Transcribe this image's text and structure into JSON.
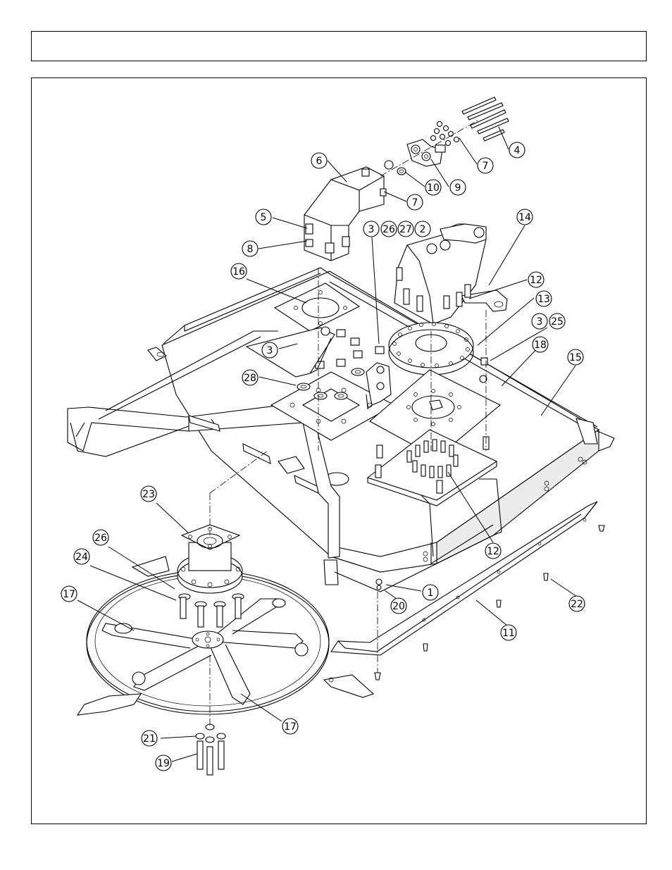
{
  "header": {
    "title": ""
  },
  "colors": {
    "line": "#000000",
    "background": "#ffffff",
    "shade": "#ececec"
  },
  "callouts": [
    {
      "id": "c1",
      "label": "1"
    },
    {
      "id": "c2",
      "label": "2"
    },
    {
      "id": "c3a",
      "label": "3"
    },
    {
      "id": "c3b",
      "label": "3"
    },
    {
      "id": "c3c",
      "label": "3"
    },
    {
      "id": "c4",
      "label": "4"
    },
    {
      "id": "c5",
      "label": "5"
    },
    {
      "id": "c6",
      "label": "6"
    },
    {
      "id": "c7a",
      "label": "7"
    },
    {
      "id": "c7b",
      "label": "7"
    },
    {
      "id": "c8",
      "label": "8"
    },
    {
      "id": "c9",
      "label": "9"
    },
    {
      "id": "c10",
      "label": "10"
    },
    {
      "id": "c11",
      "label": "11"
    },
    {
      "id": "c12a",
      "label": "12"
    },
    {
      "id": "c12b",
      "label": "12"
    },
    {
      "id": "c13",
      "label": "13"
    },
    {
      "id": "c14",
      "label": "14"
    },
    {
      "id": "c15",
      "label": "15"
    },
    {
      "id": "c16",
      "label": "16"
    },
    {
      "id": "c17a",
      "label": "17"
    },
    {
      "id": "c17b",
      "label": "17"
    },
    {
      "id": "c18",
      "label": "18"
    },
    {
      "id": "c19",
      "label": "19"
    },
    {
      "id": "c20",
      "label": "20"
    },
    {
      "id": "c21",
      "label": "21"
    },
    {
      "id": "c22",
      "label": "22"
    },
    {
      "id": "c23",
      "label": "23"
    },
    {
      "id": "c24",
      "label": "24"
    },
    {
      "id": "c25",
      "label": "25"
    },
    {
      "id": "c26a",
      "label": "26"
    },
    {
      "id": "c26b",
      "label": "26"
    },
    {
      "id": "c27",
      "label": "27"
    },
    {
      "id": "c28",
      "label": "28"
    }
  ]
}
